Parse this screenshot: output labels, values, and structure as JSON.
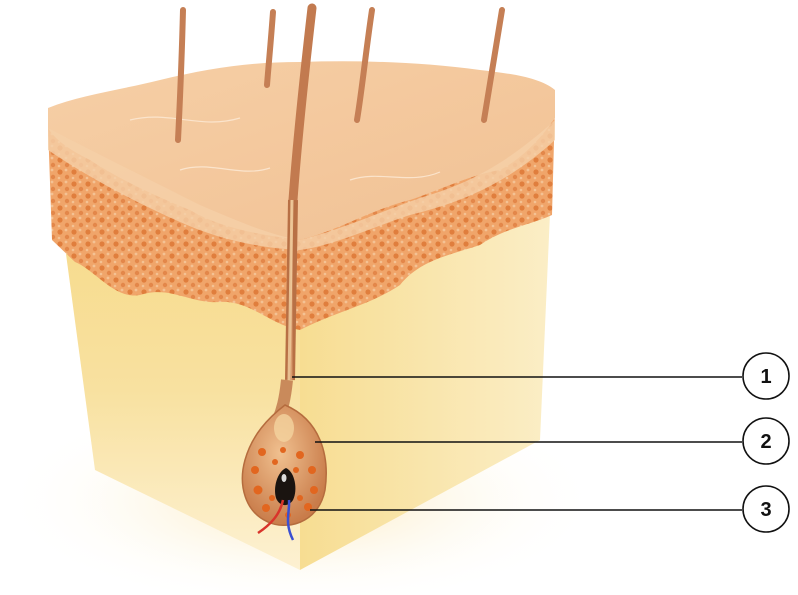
{
  "diagram": {
    "colors": {
      "background": "#ffffff",
      "epidermis": "#f3c9a0",
      "dermis_dots": "#e0894a",
      "hypodermis": "#f7dc8a",
      "hair": "#c9845a",
      "bulb": "#d9925e",
      "papilla": "#1a1410",
      "artery": "#d9342b",
      "vein": "#3b4fd1",
      "leader_line": "#111111"
    },
    "callouts": [
      {
        "number": "1"
      },
      {
        "number": "2"
      },
      {
        "number": "3"
      }
    ]
  }
}
